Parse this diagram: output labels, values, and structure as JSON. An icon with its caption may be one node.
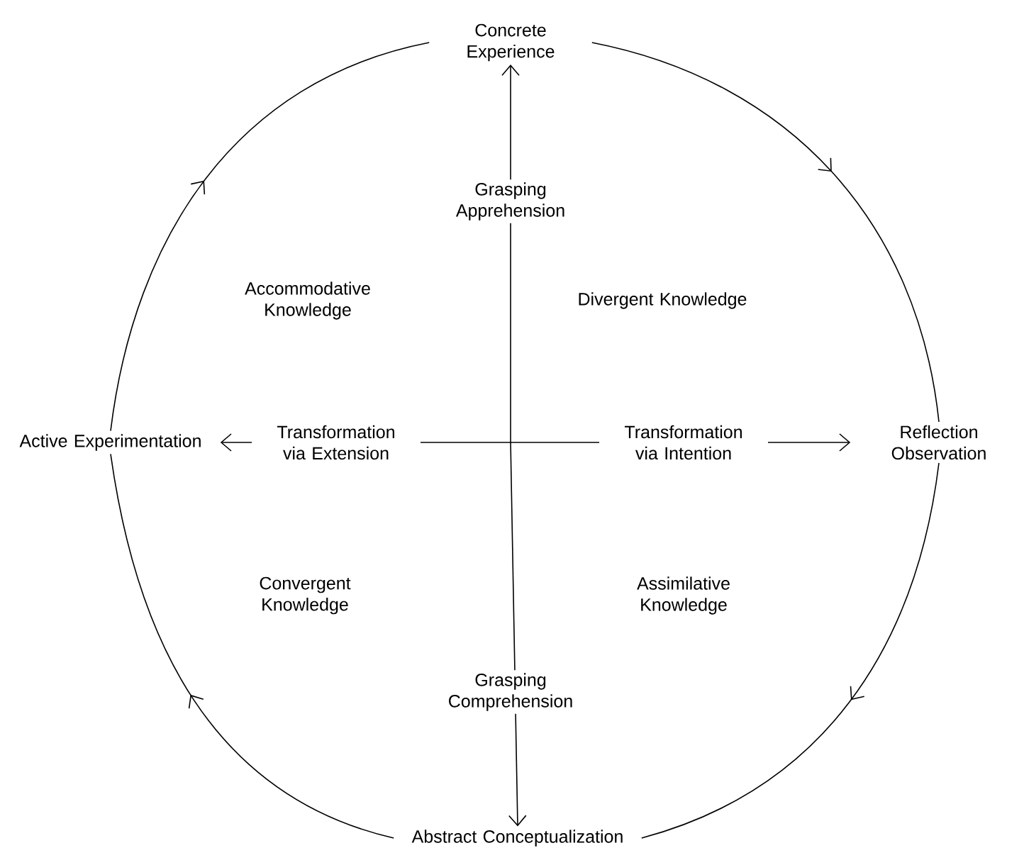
{
  "diagram": {
    "nodes": [
      {
        "text": [
          "Concrete Experience"
        ]
      },
      {
        "text": [
          "Active Experimentation"
        ]
      },
      {
        "text": [
          "Reflection Observation"
        ]
      },
      {
        "text": [
          "Abstract Conceptualization"
        ]
      }
    ],
    "edges": [
      {
        "from": 0,
        "to": 2,
        "arrow": "to"
      },
      {
        "from": 2,
        "to": 3,
        "arrow": "to"
      },
      {
        "from": 3,
        "to": 1,
        "arrow": "to"
      },
      {
        "from": 1,
        "to": 0,
        "arrow": "to"
      },
      {
        "from": null,
        "to": 0,
        "arrow": "to",
        "label": "Grasping Apprehension"
      },
      {
        "from": null,
        "to": 3,
        "arrow": "to",
        "label": "Grasping Comprehension"
      },
      {
        "from": null,
        "to": 1,
        "arrow": "to",
        "label": "Transformation via Extension"
      },
      {
        "from": null,
        "to": 2,
        "arrow": "to",
        "label": "Transformation via Intention"
      }
    ],
    "labels": [
      "Accommodative Knowledge",
      "Divergent Knowledge",
      "Convergent Knowledge",
      "Assimilative Knowledge"
    ]
  }
}
